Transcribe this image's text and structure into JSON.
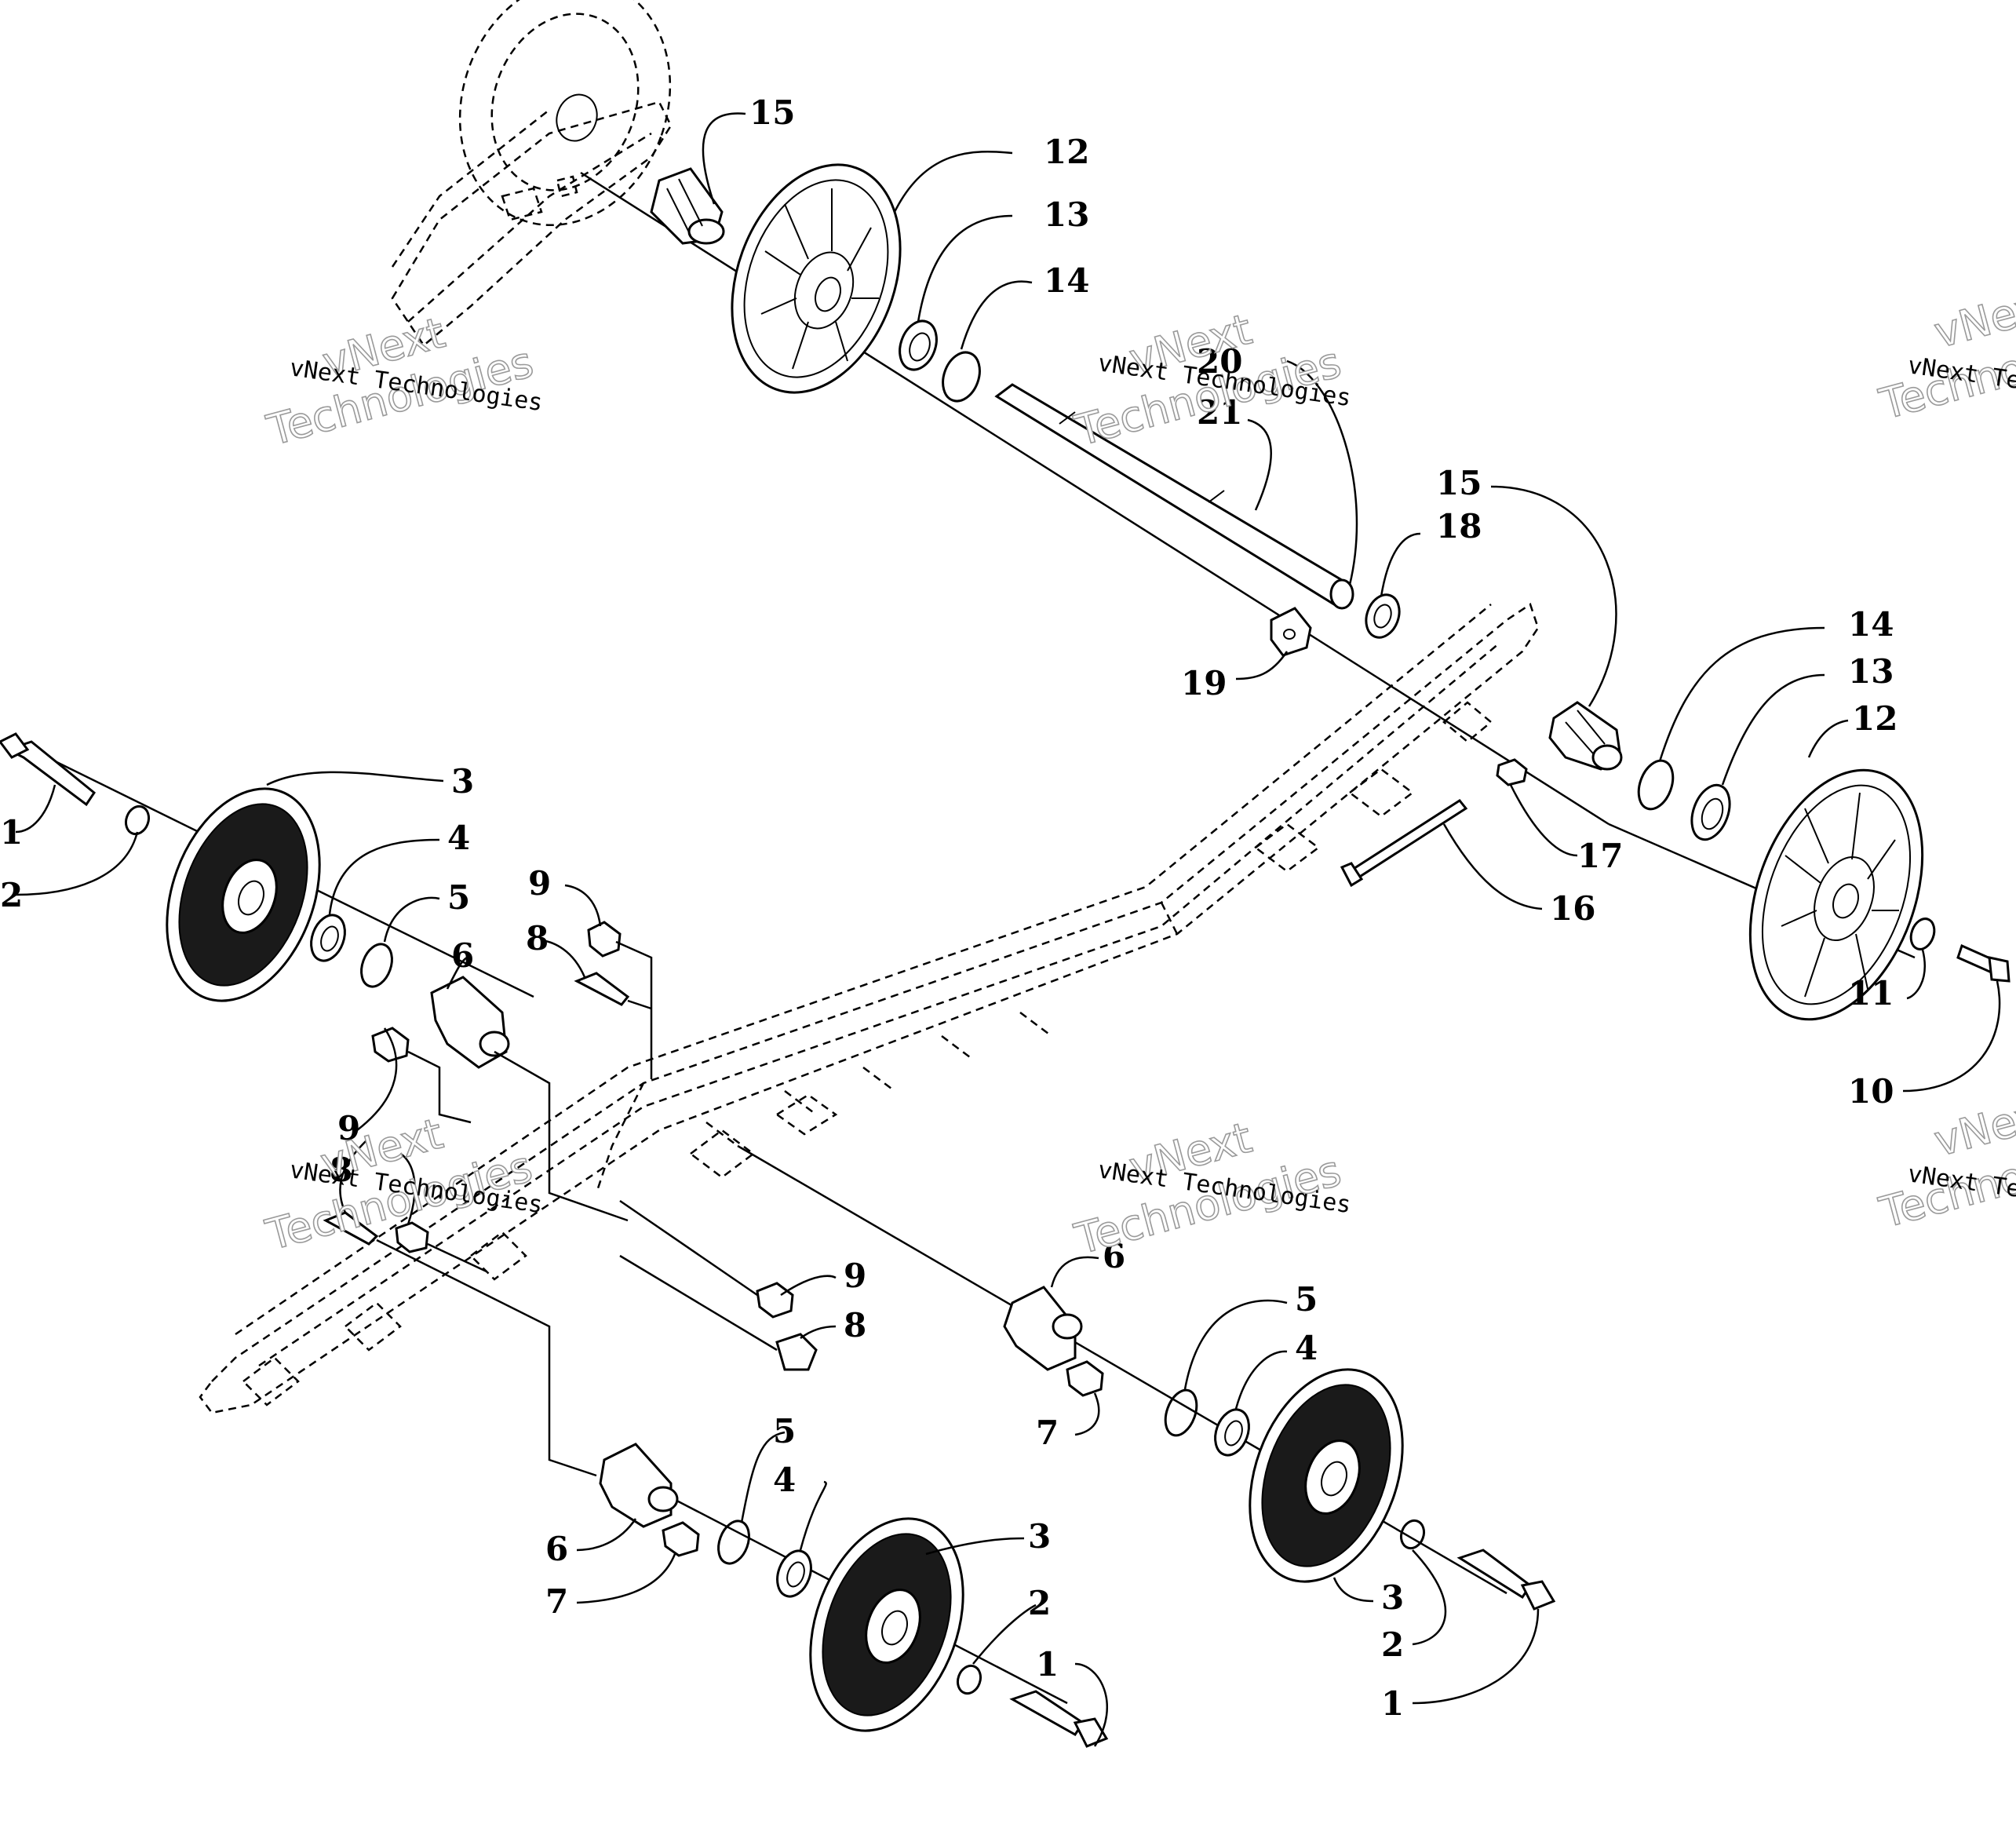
{
  "watermark": {
    "brand_line1": "vNext",
    "brand_line2": "Technologies",
    "company": "vNext Technologies"
  },
  "callouts": [
    "1",
    "2",
    "3",
    "4",
    "5",
    "6",
    "7",
    "8",
    "9",
    "10",
    "11",
    "12",
    "13",
    "14",
    "15",
    "16",
    "17",
    "18",
    "19",
    "20",
    "21"
  ]
}
